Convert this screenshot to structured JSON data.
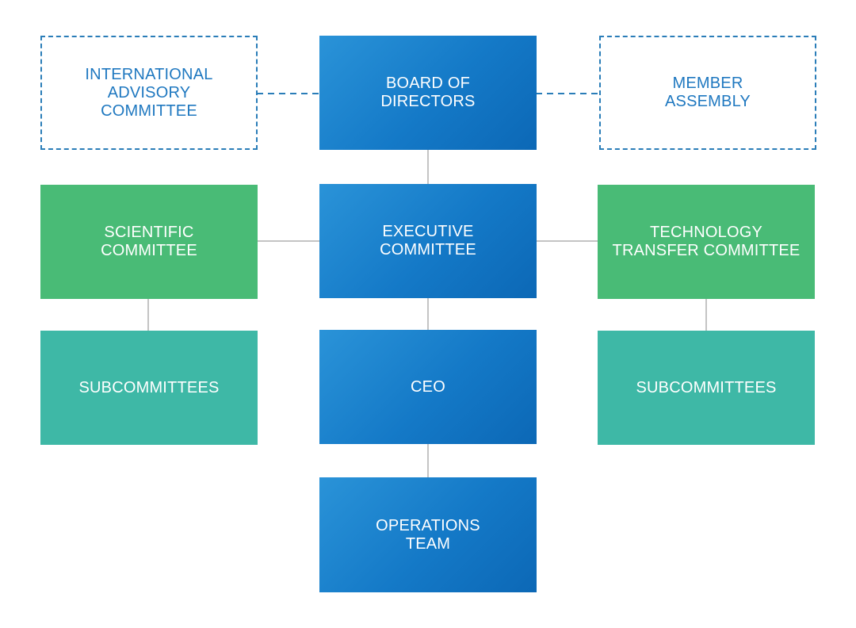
{
  "org_chart": {
    "board": {
      "label": "BOARD OF\nDIRECTORS"
    },
    "advisory": {
      "label": "INTERNATIONAL\nADVISORY\nCOMMITTEE"
    },
    "assembly": {
      "label": "MEMBER\nASSEMBLY"
    },
    "executive": {
      "label": "EXECUTIVE\nCOMMITTEE"
    },
    "scientific": {
      "label": "SCIENTIFIC\nCOMMITTEE"
    },
    "technology": {
      "label": "TECHNOLOGY\nTRANSFER COMMITTEE"
    },
    "ceo": {
      "label": "CEO"
    },
    "subcommittees_left": {
      "label": "SUBCOMMITTEES"
    },
    "subcommittees_right": {
      "label": "SUBCOMMITTEES"
    },
    "operations": {
      "label": "OPERATIONS\nTEAM"
    }
  },
  "colors": {
    "blue_box": "#1479c7",
    "green_box": "#49bb76",
    "teal_box": "#3eb8a6",
    "dashed_border": "#2a7db8",
    "connector_solid": "#c4c4c4"
  }
}
